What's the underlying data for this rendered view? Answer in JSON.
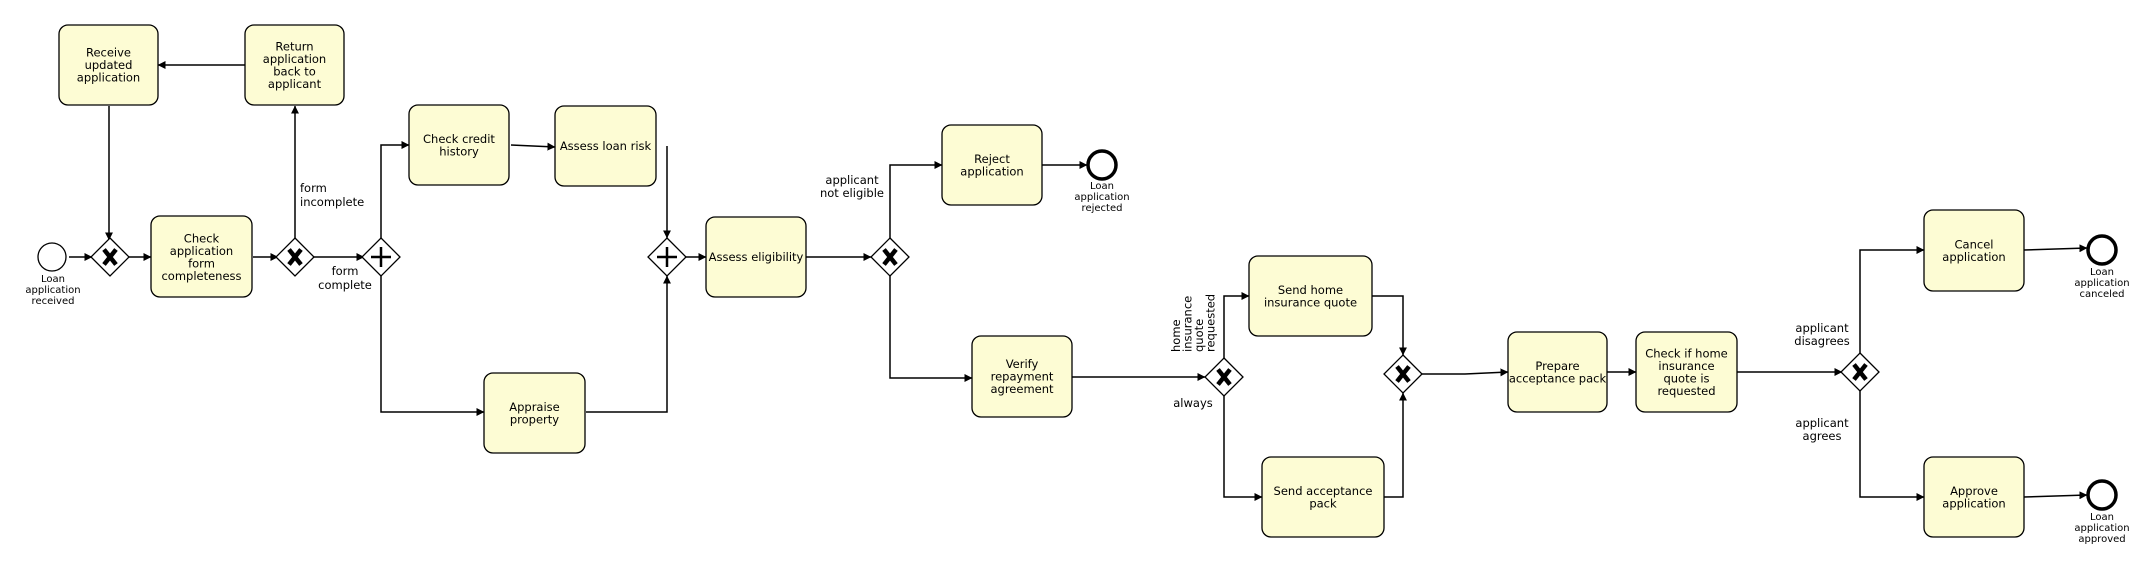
{
  "tasks": {
    "receive_updated": [
      "Receive",
      "updated",
      "application"
    ],
    "return_application": [
      "Return",
      "application",
      "back to",
      "applicant"
    ],
    "check_completeness": [
      "Check",
      "application",
      "form",
      "completeness"
    ],
    "check_credit": [
      "Check credit",
      "history"
    ],
    "assess_risk": [
      "Assess loan risk"
    ],
    "appraise_property": [
      "Appraise",
      "property"
    ],
    "assess_eligibility": [
      "Assess eligibility"
    ],
    "reject_application": [
      "Reject",
      "application"
    ],
    "verify_repayment": [
      "Verify",
      "repayment",
      "agreement"
    ],
    "send_home_quote": [
      "Send home",
      "insurance quote"
    ],
    "send_acceptance": [
      "Send acceptance",
      "pack"
    ],
    "prepare_acceptance": [
      "Prepare",
      "acceptance pack"
    ],
    "check_quote_requested": [
      "Check if home",
      "insurance",
      "quote is",
      "requested"
    ],
    "cancel_application": [
      "Cancel",
      "application"
    ],
    "approve_application": [
      "Approve",
      "application"
    ]
  },
  "events": {
    "start": [
      "Loan",
      "application",
      "received"
    ],
    "end_rejected": [
      "Loan",
      "application",
      "rejected"
    ],
    "end_canceled": [
      "Loan",
      "application",
      "canceled"
    ],
    "end_approved": [
      "Loan",
      "application",
      "approved"
    ]
  },
  "flow_labels": {
    "form_incomplete": [
      "form",
      "incomplete"
    ],
    "form_complete": [
      "form",
      "complete"
    ],
    "not_eligible": [
      "applicant",
      "not eligible"
    ],
    "quote_requested": [
      "home",
      "insurance",
      "quote",
      "requested"
    ],
    "always": [
      "always"
    ],
    "disagrees": [
      "applicant",
      "disagrees"
    ],
    "agrees": [
      "applicant",
      "agrees"
    ]
  }
}
